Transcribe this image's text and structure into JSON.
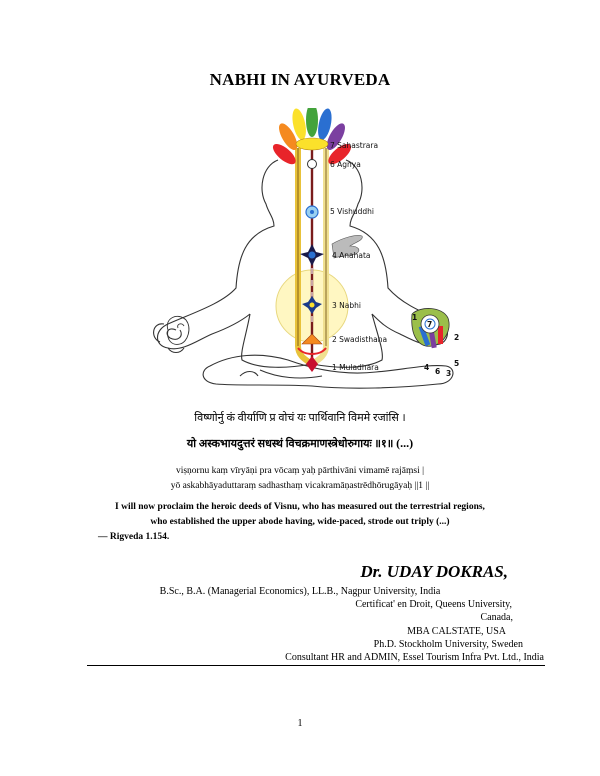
{
  "title": "NABHI IN AYURVEDA",
  "figure": {
    "chakras": [
      "7 Sahastrara",
      "6 Agnya",
      "5 Vishuddhi",
      "4 Anahata",
      "3 Nabhi",
      "2 Swadisthana",
      "1 Muladhara"
    ],
    "hand_numbers": [
      "1",
      "2",
      "3",
      "4",
      "5",
      "6",
      "7"
    ]
  },
  "verse": {
    "sanskrit_line1": "विष्णोर्नु कं वीर्याणि प्र वोचं यः पार्थिवानि विममे रजांसि ।",
    "sanskrit_line2": "यो अस्कभायदुत्तरं सधस्थं विचक्रमाणस्त्रेधोरुगायः ॥१॥",
    "sanskrit_ellipsis": "(...)",
    "translit_line1": "viṣṇornu kaṃ vīryāṇi pra vōcaṃ yaḥ pārthivāni vimamē rajāṃsi |",
    "translit_line2": "yō askabhāyaduttaraṃ sadhasthaṃ vicakramāṇastrēdhōrugāyaḥ ||1 ||",
    "english_line1": "I will now proclaim the heroic deeds of Visnu, who has measured out the terrestrial regions,",
    "english_line2": "who established the upper abode having, wide-paced, strode out triply (...)",
    "citation": "— Rigveda 1.154."
  },
  "author": {
    "name": "Dr. UDAY DOKRAS,",
    "credentials": [
      "B.Sc., B.A. (Managerial Economics), LL.B., Nagpur University, India",
      "Certificat' en Droit, Queens University,",
      "Canada,",
      "MBA CALSTATE, USA",
      "Ph.D. Stockholm University, Sweden",
      "Consultant HR and ADMIN, Essel Tourism Infra Pvt. Ltd., India"
    ]
  },
  "page_number": "1",
  "colors": {
    "lotus": [
      "#e8242a",
      "#f58a1f",
      "#fbe12b",
      "#43a33b",
      "#2a6fd1",
      "#7b3fa0"
    ],
    "channel_left": "#e8c23a",
    "channel_right": "#f0e090",
    "sushumna": "#7a1c1c",
    "nabhi_glow": "#fff7c2"
  }
}
